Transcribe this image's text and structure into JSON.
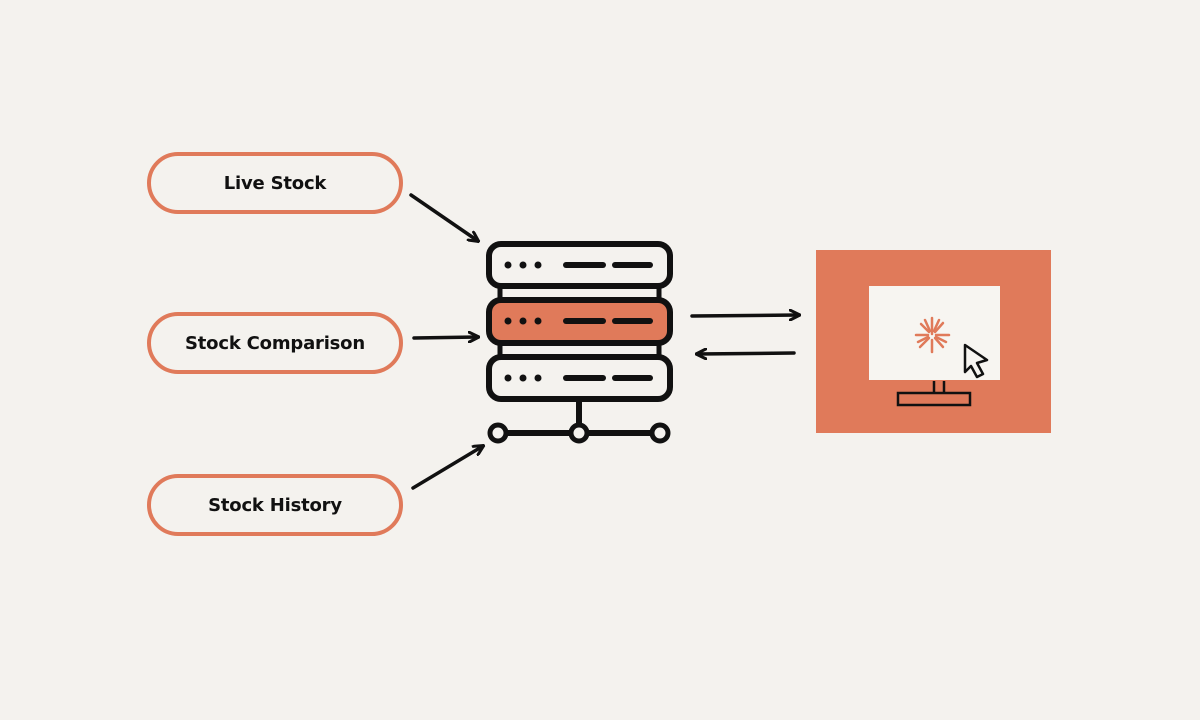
{
  "diagram": {
    "sources": [
      {
        "id": "live",
        "label": "Live Stock"
      },
      {
        "id": "compare",
        "label": "Stock Comparison"
      },
      {
        "id": "history",
        "label": "Stock History"
      }
    ]
  },
  "colors": {
    "background": "#f4f2ee",
    "accent": "#e07a5a",
    "ink": "#111111",
    "screen": "#f7f5f1"
  },
  "icons": {
    "server": "server-stack-icon",
    "monitor": "desktop-monitor-icon",
    "cursor": "mouse-pointer-icon",
    "burst": "loading-burst-icon"
  }
}
